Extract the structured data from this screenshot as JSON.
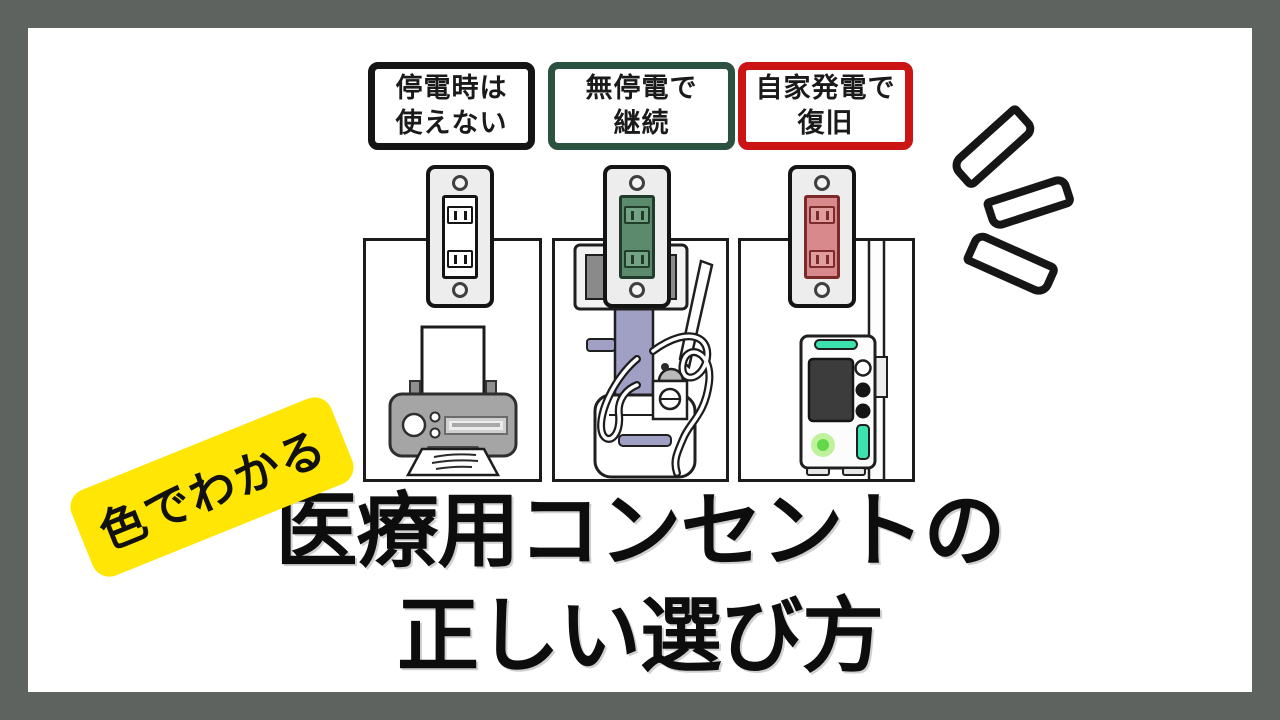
{
  "badge": {
    "label": "色でわかる"
  },
  "title": {
    "line1": "医療用コンセントの",
    "line2": "正しい選び方"
  },
  "columns": [
    {
      "label": {
        "line1": "停電時は",
        "line2": "使えない"
      },
      "label_border_color": "#151515",
      "outlet": "white-general-outlet",
      "device": "printer"
    },
    {
      "label": {
        "line1": "無停電で",
        "line2": "継続"
      },
      "label_border_color": "#2b5140",
      "outlet": "green-ups-outlet",
      "device": "ventilator"
    },
    {
      "label": {
        "line1": "自家発電で",
        "line2": "復旧"
      },
      "label_border_color": "#cb1515",
      "outlet": "red-emergency-outlet",
      "device": "infusion-pump"
    }
  ],
  "colors": {
    "frame_border": "#5e635f",
    "canvas": "#ffffff",
    "label_black": "#151515",
    "label_green": "#2b5140",
    "label_red": "#cb1515",
    "plate_gray": "#ededed",
    "green_body": "#5c8a6c",
    "green_recep": "#73a284",
    "green_dark": "#223c2c",
    "red_body": "#d8898b",
    "red_recep": "#e19c9d",
    "red_dark": "#7c2b2b",
    "lavender": "#a0a0c5",
    "teal": "#3ce3ae",
    "sticker_yellow": "#ffe604",
    "title_black": "#0d0d0d"
  }
}
